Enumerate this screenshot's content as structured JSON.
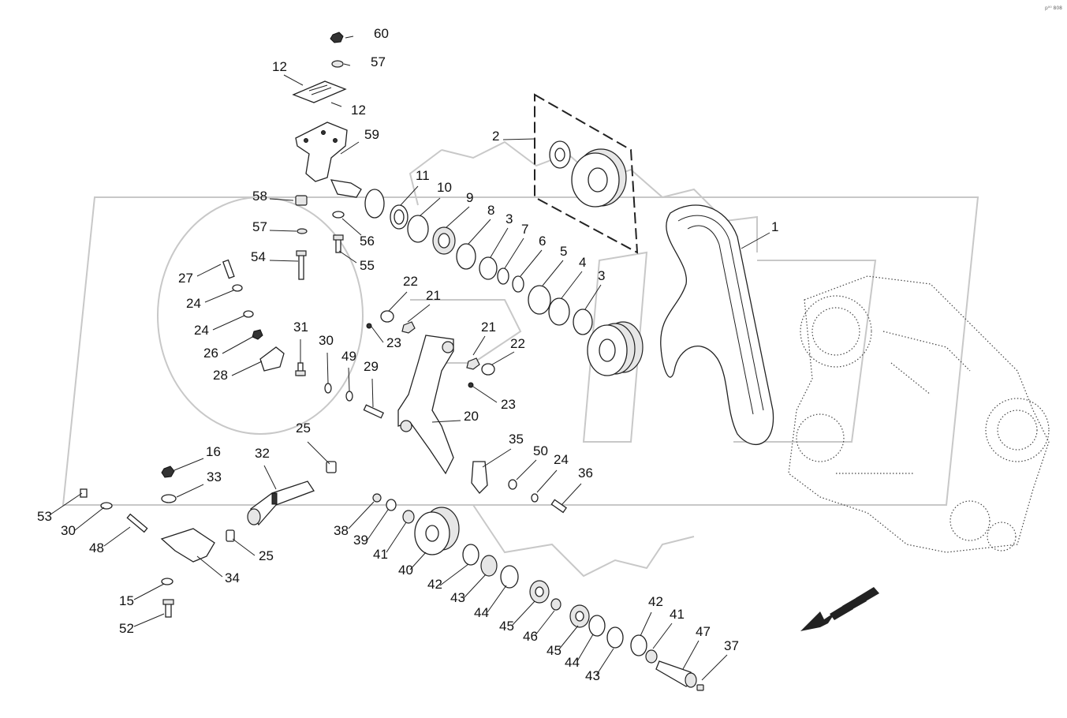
{
  "diagram": {
    "corner_code": "p⁰⁰ 808",
    "callouts": [
      {
        "id": "c60",
        "text": "60"
      },
      {
        "id": "c57a",
        "text": "57"
      },
      {
        "id": "c12a",
        "text": "12"
      },
      {
        "id": "c12b",
        "text": "12"
      },
      {
        "id": "c59",
        "text": "59"
      },
      {
        "id": "c58",
        "text": "58"
      },
      {
        "id": "c57b",
        "text": "57"
      },
      {
        "id": "c56",
        "text": "56"
      },
      {
        "id": "c55",
        "text": "55"
      },
      {
        "id": "c54",
        "text": "54"
      },
      {
        "id": "c27",
        "text": "27"
      },
      {
        "id": "c24a",
        "text": "24"
      },
      {
        "id": "c24b",
        "text": "24"
      },
      {
        "id": "c26",
        "text": "26"
      },
      {
        "id": "c28",
        "text": "28"
      },
      {
        "id": "c31",
        "text": "31"
      },
      {
        "id": "c30a",
        "text": "30"
      },
      {
        "id": "c49",
        "text": "49"
      },
      {
        "id": "c29",
        "text": "29"
      },
      {
        "id": "c11",
        "text": "11"
      },
      {
        "id": "c10",
        "text": "10"
      },
      {
        "id": "c9",
        "text": "9"
      },
      {
        "id": "c8",
        "text": "8"
      },
      {
        "id": "c3a",
        "text": "3"
      },
      {
        "id": "c7",
        "text": "7"
      },
      {
        "id": "c6",
        "text": "6"
      },
      {
        "id": "c5",
        "text": "5"
      },
      {
        "id": "c4",
        "text": "4"
      },
      {
        "id": "c3b",
        "text": "3"
      },
      {
        "id": "c2",
        "text": "2"
      },
      {
        "id": "c1",
        "text": "1"
      },
      {
        "id": "c22a",
        "text": "22"
      },
      {
        "id": "c21a",
        "text": "21"
      },
      {
        "id": "c23a",
        "text": "23"
      },
      {
        "id": "c21b",
        "text": "21"
      },
      {
        "id": "c22b",
        "text": "22"
      },
      {
        "id": "c23b",
        "text": "23"
      },
      {
        "id": "c20",
        "text": "20"
      },
      {
        "id": "c35",
        "text": "35"
      },
      {
        "id": "c50",
        "text": "50"
      },
      {
        "id": "c24c",
        "text": "24"
      },
      {
        "id": "c36",
        "text": "36"
      },
      {
        "id": "c25a",
        "text": "25"
      },
      {
        "id": "c16",
        "text": "16"
      },
      {
        "id": "c32",
        "text": "32"
      },
      {
        "id": "c33",
        "text": "33"
      },
      {
        "id": "c53",
        "text": "53"
      },
      {
        "id": "c30b",
        "text": "30"
      },
      {
        "id": "c48",
        "text": "48"
      },
      {
        "id": "c34",
        "text": "34"
      },
      {
        "id": "c25b",
        "text": "25"
      },
      {
        "id": "c15",
        "text": "15"
      },
      {
        "id": "c52",
        "text": "52"
      },
      {
        "id": "c38",
        "text": "38"
      },
      {
        "id": "c39",
        "text": "39"
      },
      {
        "id": "c41a",
        "text": "41"
      },
      {
        "id": "c40",
        "text": "40"
      },
      {
        "id": "c42a",
        "text": "42"
      },
      {
        "id": "c43a",
        "text": "43"
      },
      {
        "id": "c44a",
        "text": "44"
      },
      {
        "id": "c45a",
        "text": "45"
      },
      {
        "id": "c46",
        "text": "46"
      },
      {
        "id": "c45b",
        "text": "45"
      },
      {
        "id": "c44b",
        "text": "44"
      },
      {
        "id": "c43b",
        "text": "43"
      },
      {
        "id": "c42b",
        "text": "42"
      },
      {
        "id": "c41b",
        "text": "41"
      },
      {
        "id": "c47",
        "text": "47"
      },
      {
        "id": "c37",
        "text": "37"
      }
    ]
  }
}
